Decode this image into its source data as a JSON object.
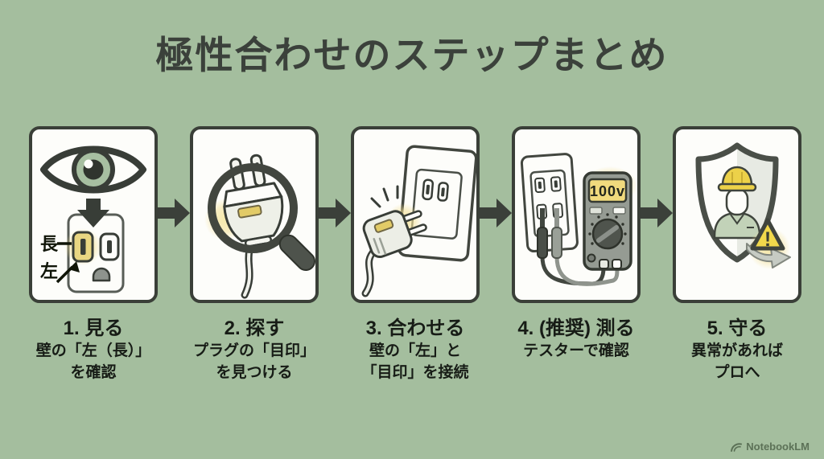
{
  "title": "極性合わせのステップまとめ",
  "steps": [
    {
      "heading": "1. 見る",
      "line1": "壁の「左（長）」",
      "line2": "を確認",
      "icon": "eye-and-outlet"
    },
    {
      "heading": "2. 探す",
      "line1": "プラグの「目印」",
      "line2": "を見つける",
      "icon": "magnifier-over-plug"
    },
    {
      "heading": "3. 合わせる",
      "line1": "壁の「左」と",
      "line2": "「目印」を接続",
      "icon": "plug-into-wall-outlet"
    },
    {
      "heading": "4. (推奨) 測る",
      "line1": "テスターで確認",
      "icon": "multimeter-testing-outlet"
    },
    {
      "heading": "5. 守る",
      "line1": "異常があれば",
      "line2": "プロへ",
      "icon": "shield-with-worker"
    }
  ],
  "step1_labels": {
    "long": "長",
    "left": "左"
  },
  "meter_display": "100v",
  "warning_mark": "!",
  "watermark": "NotebookLM",
  "colors": {
    "background": "#a4be9e",
    "card_background": "#fdfdfa",
    "card_border": "#3a3f38",
    "flow_arrow": "#3b403a",
    "title_text": "#3b413b",
    "caption_text": "#171c16",
    "highlight_yellow": "#e9d682",
    "glow_yellow": "#f6e9a8",
    "eye_iris_green": "#a7bfa1",
    "shirt_green": "#c2d2b8",
    "meter_body_gray": "#959b93",
    "watermark_text": "#5c7157"
  }
}
